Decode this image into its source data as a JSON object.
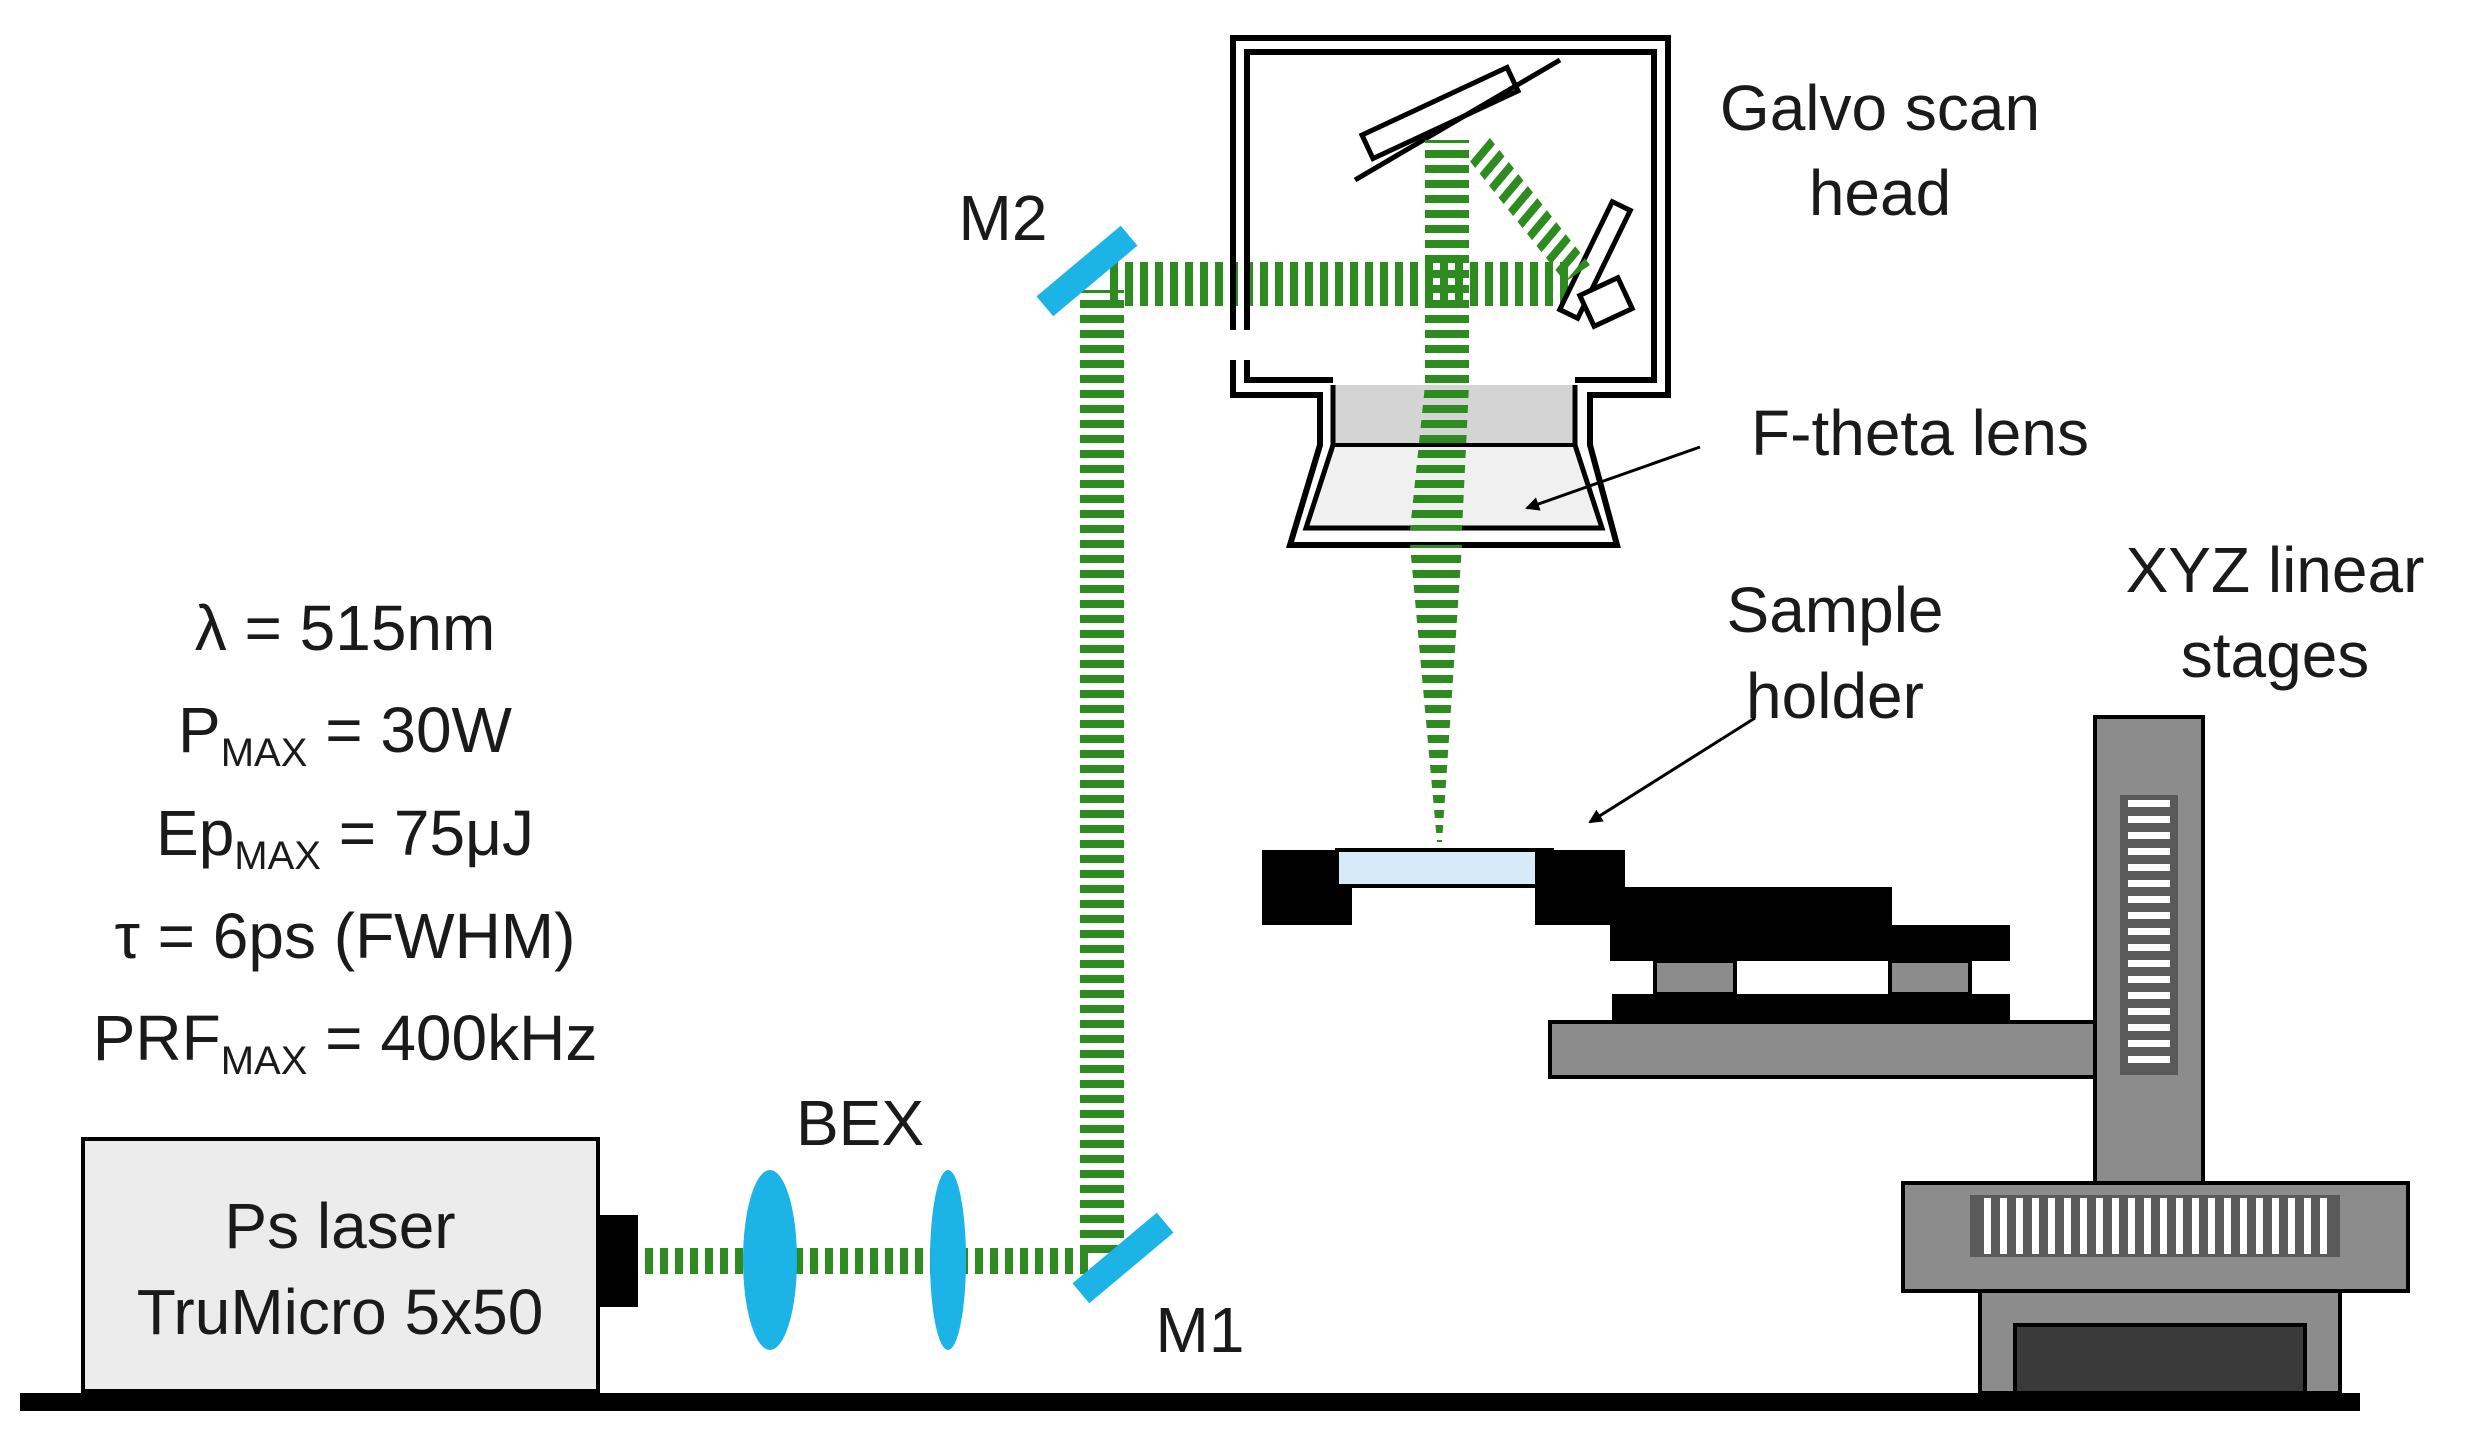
{
  "labels": {
    "galvo_line1": "Galvo scan",
    "galvo_line2": "head",
    "ftheta": "F-theta lens",
    "m2": "M2",
    "m1": "M1",
    "bex": "BEX",
    "sample_line1": "Sample",
    "sample_line2": "holder",
    "xyz_line1": "XYZ linear",
    "xyz_line2": "stages",
    "laser_line1": "Ps laser",
    "laser_line2": "TruMicro 5x50"
  },
  "specs": {
    "wavelength": "λ = 515nm",
    "power_main": "P",
    "power_sub": "MAX",
    "power_value": " = 30W",
    "energy_main": "Ep",
    "energy_sub": "MAX",
    "energy_value": " = 75μJ",
    "pulse": "τ = 6ps (FWHM)",
    "prf_main": "PRF",
    "prf_sub": "MAX",
    "prf_value": " = 400kHz"
  },
  "colors": {
    "beam": "#2e8b1f",
    "optic": "#1cb4e6",
    "stage_gray": "#8c8c8c",
    "stage_dark": "#5a5a5a",
    "holder_black": "#000000",
    "glass": "#d6ebf7",
    "lens_gray": "#d4d4d4",
    "laser_box": "#ececec"
  }
}
